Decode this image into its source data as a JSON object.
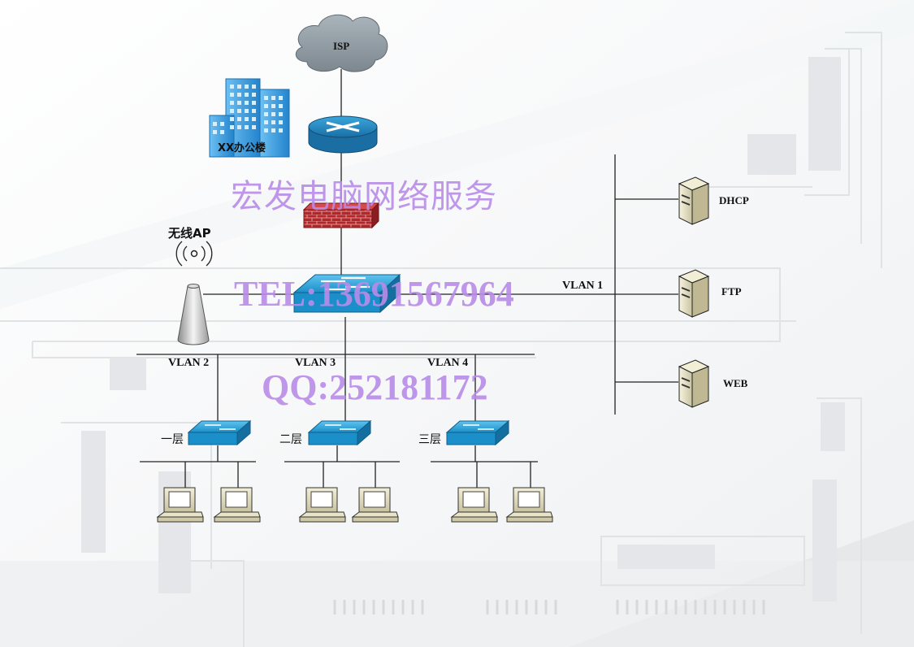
{
  "labels": {
    "isp": "ISP",
    "building": "XX办公楼",
    "wireless_ap": "无线AP",
    "vlan1": "VLAN 1",
    "vlan2": "VLAN 2",
    "vlan3": "VLAN 3",
    "vlan4": "VLAN 4",
    "floor1": "一层",
    "floor2": "二层",
    "floor3": "三层",
    "dhcp": "DHCP",
    "ftp": "FTP",
    "web": "WEB"
  },
  "watermark": {
    "company": "宏发电脑网络服务",
    "tel": "TEL:13691567964",
    "qq": "QQ:252181172"
  },
  "colors": {
    "switch_blue": "#1e9fd8",
    "firewall_red": "#b5262a",
    "router_blue": "#2a8fc9",
    "cloud_gray": "#8e9aa3",
    "building_blue": "#3b9fe0",
    "watermark_purple": "#b98ce8"
  }
}
